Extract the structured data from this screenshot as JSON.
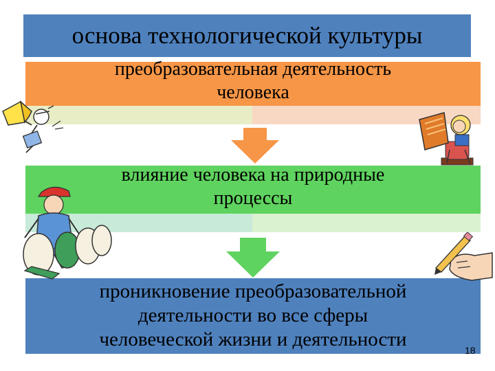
{
  "title": "основа технологической культуры",
  "stages": [
    {
      "lines": [
        "преобразовательная деятельность",
        "человека"
      ]
    },
    {
      "lines": [
        "влияние человека на природные",
        "процессы"
      ]
    },
    {
      "lines": [
        "проникновение преобразовательной",
        "деятельности  во все сферы",
        "человеческой жизни и деятельности"
      ]
    }
  ],
  "slide_number": "18",
  "colors": {
    "title_bg": "#4f81bd",
    "stage1_bg": "#f79646",
    "stage2_bg": "#5fd35f",
    "stage3_bg": "#4f81bd",
    "arrow1": "#f79646",
    "arrow2": "#5fd35f"
  },
  "icons": [
    "megaphone-clipart-icon",
    "reading-child-clipart-icon",
    "worker-with-rolls-clipart-icon",
    "hand-with-pencil-clipart-icon"
  ]
}
